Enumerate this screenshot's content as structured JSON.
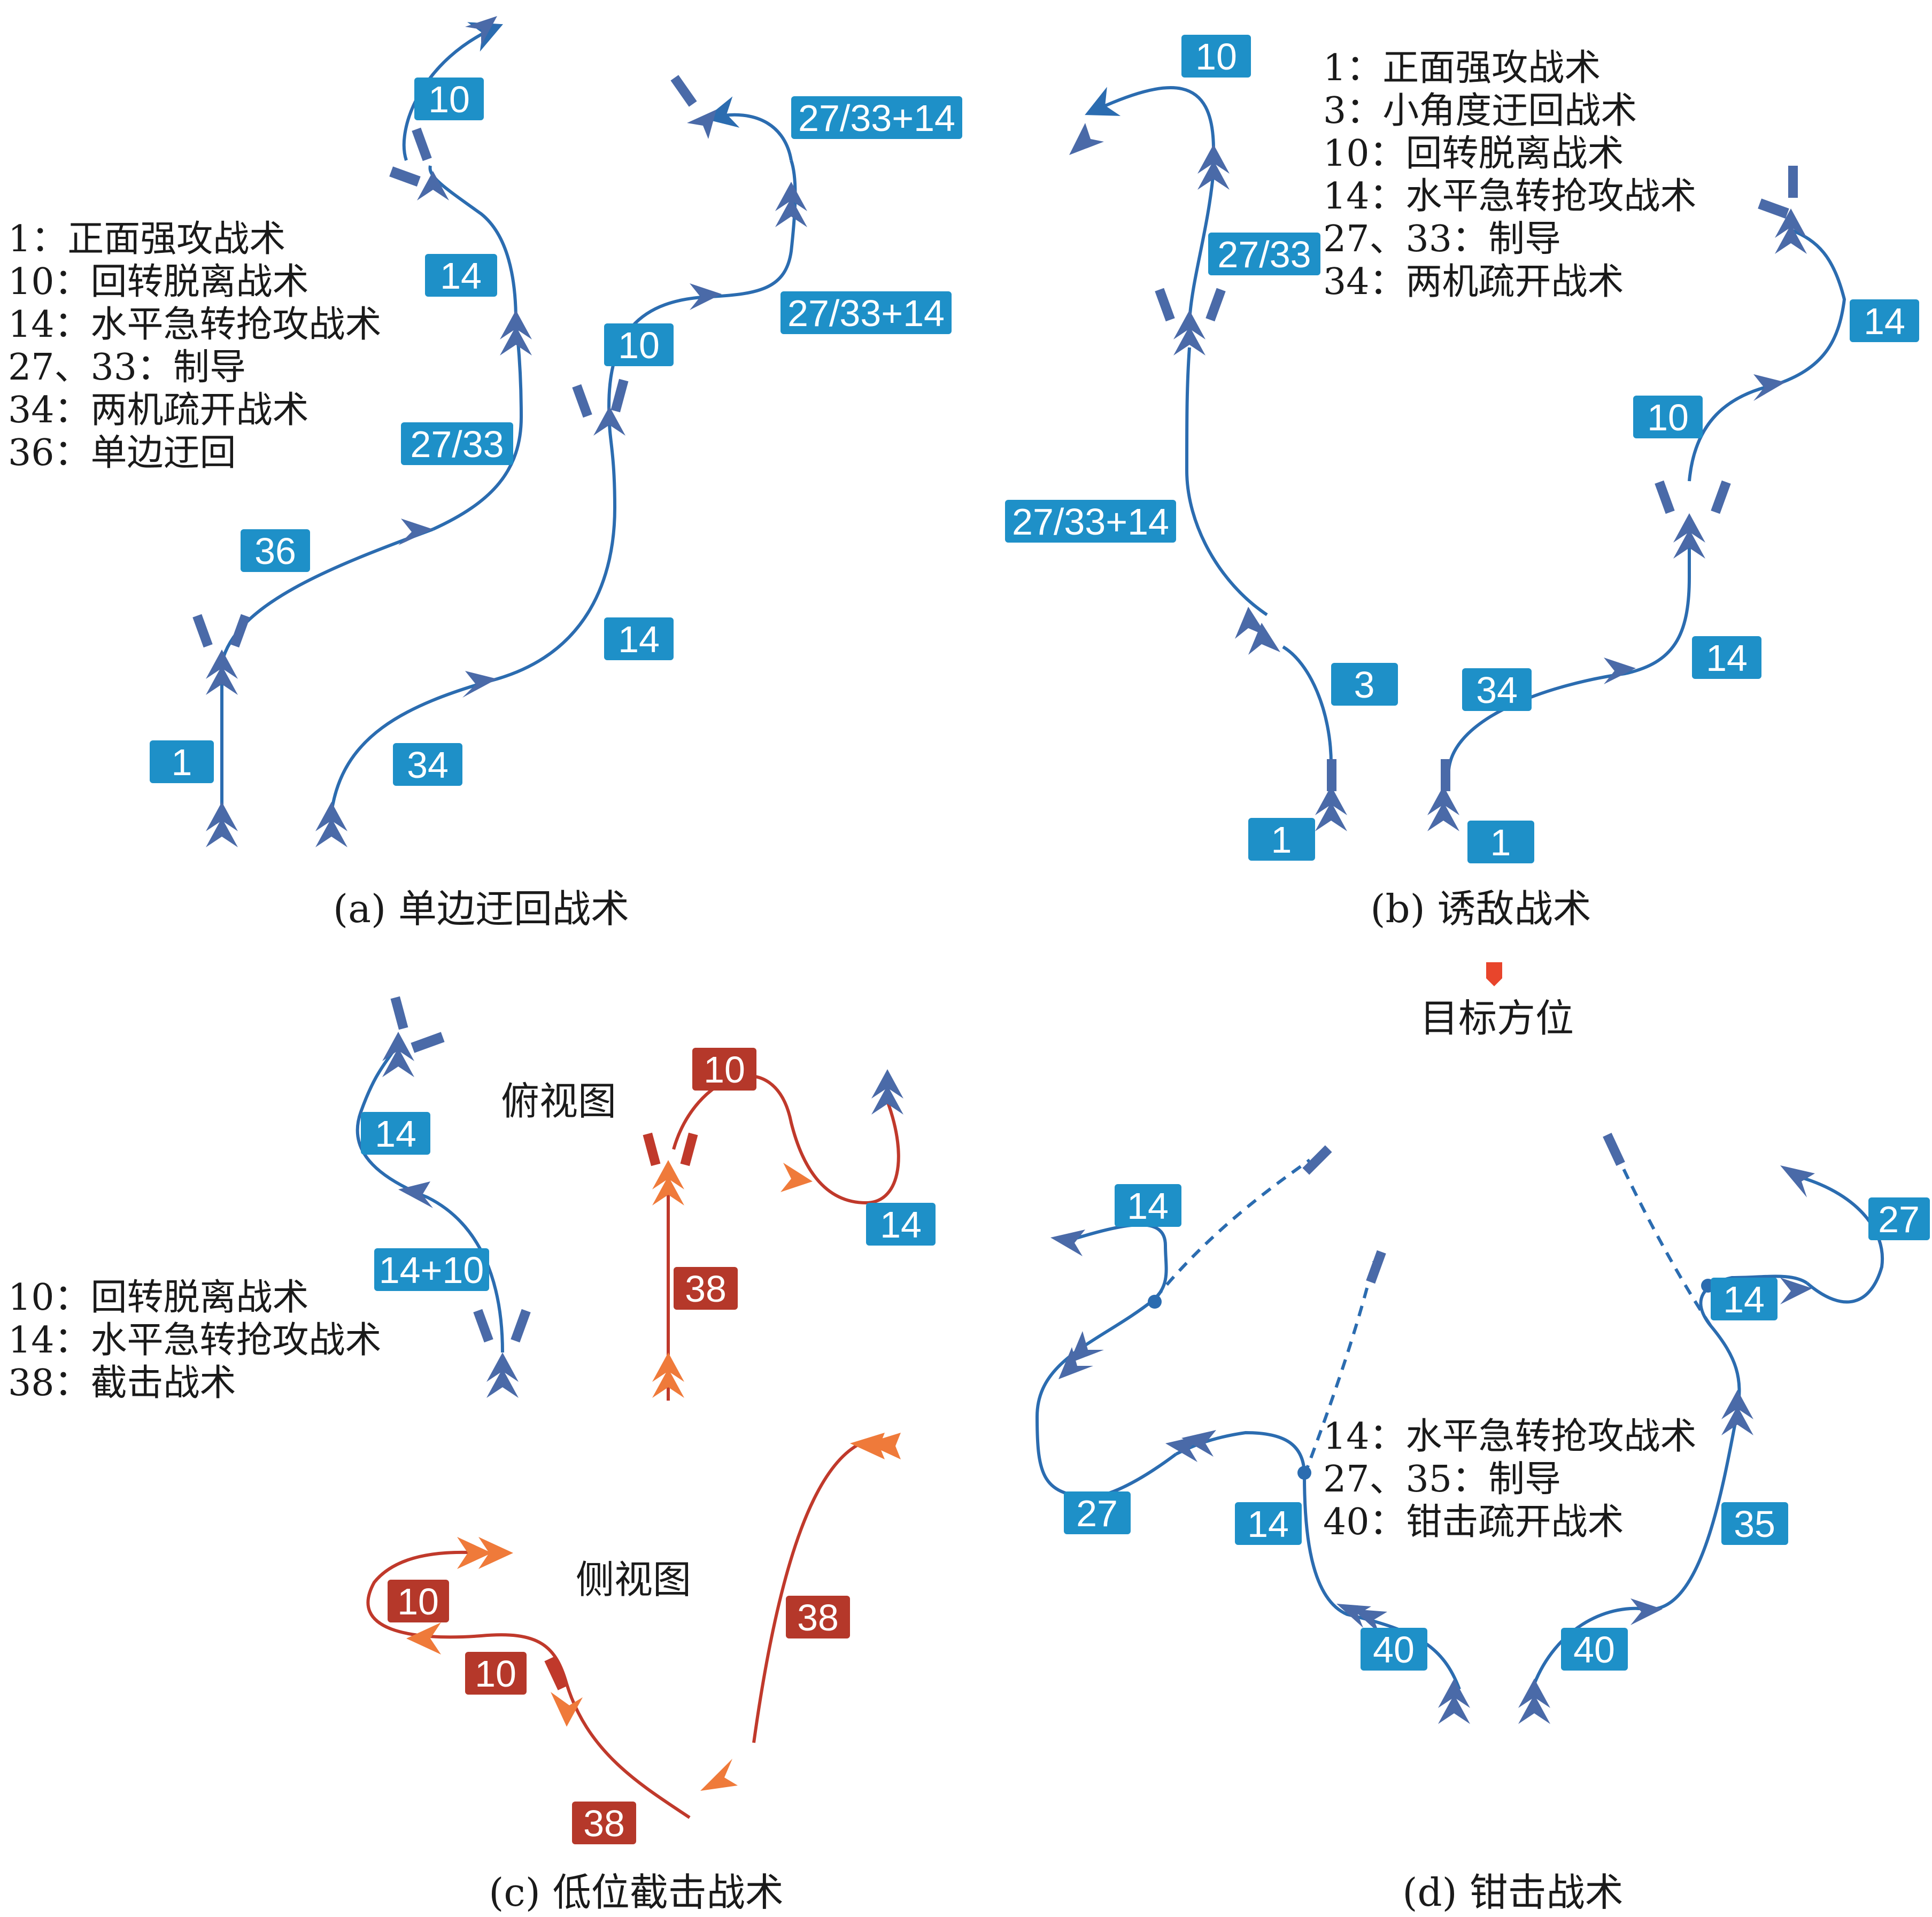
{
  "colors": {
    "blue_path": "#2b6cb0",
    "blue_badge": "#1e90c8",
    "aircraft_blue": "#4a6aa8",
    "red_path": "#c0392b",
    "red_badge": "#b5382a",
    "aircraft_orange": "#ef7a3a",
    "target_marker": "#e8452c"
  },
  "icons": {
    "aircraft": "aircraft-arrow-icon",
    "target": "target-marker-icon"
  },
  "panel_a": {
    "caption": "(a) 单边迂回战术",
    "legend": [
      "1：正面强攻战术",
      "10：回转脱离战术",
      "14：水平急转抢攻战术",
      "27、33：制导",
      "34：两机疏开战术",
      "36：单边迂回"
    ],
    "badges": [
      "10",
      "27/33+14",
      "14",
      "27/33+14",
      "10",
      "27/33",
      "36",
      "14",
      "1",
      "34"
    ]
  },
  "panel_b": {
    "caption": "(b) 诱敌战术",
    "legend": [
      "1：正面强攻战术",
      "3：小角度迂回战术",
      "10：回转脱离战术",
      "14：水平急转抢攻战术",
      "27、33：制导",
      "34：两机疏开战术"
    ],
    "badges": [
      "10",
      "27/33",
      "27/33+14",
      "3",
      "1",
      "1",
      "34",
      "14",
      "10",
      "14"
    ]
  },
  "panel_c": {
    "caption": "(c) 低位截击战术",
    "legend": [
      "10：回转脱离战术",
      "14：水平急转抢攻战术",
      "38：截击战术"
    ],
    "top_view_label": "俯视图",
    "side_view_label": "侧视图",
    "badges_blue": [
      "14",
      "14+10",
      "14"
    ],
    "badges_red": [
      "10",
      "38",
      "38",
      "10",
      "10",
      "38"
    ]
  },
  "panel_d": {
    "caption": "(d) 钳击战术",
    "target_label": "目标方位",
    "legend": [
      "14：水平急转抢攻战术",
      "27、35：制导",
      "40：钳击疏开战术"
    ],
    "badges": [
      "14",
      "27",
      "14",
      "40",
      "40",
      "35",
      "14",
      "27"
    ]
  }
}
